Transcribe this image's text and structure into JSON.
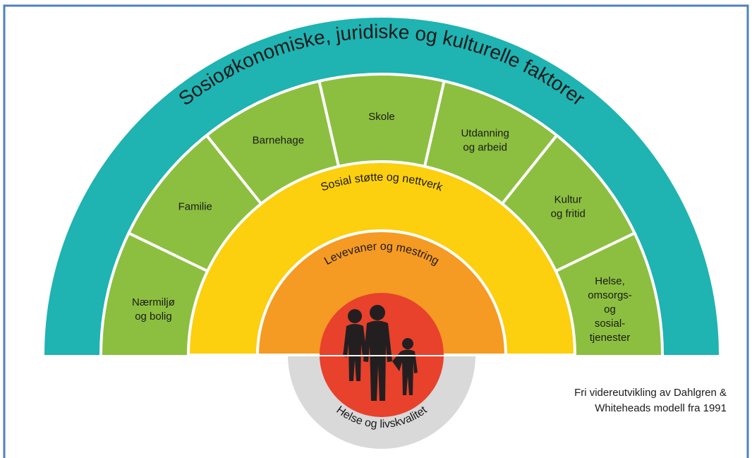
{
  "diagram": {
    "outer_ring": {
      "label": "Sosioøkonomiske, juridiske og kulturelle faktorer",
      "color": "#1fb3b2"
    },
    "sectors": {
      "color": "#8cbf3f",
      "items": [
        {
          "lines": [
            "Nærmiljø",
            "og bolig"
          ]
        },
        {
          "lines": [
            "Familie"
          ]
        },
        {
          "lines": [
            "Barnehage"
          ]
        },
        {
          "lines": [
            "Skole"
          ]
        },
        {
          "lines": [
            "Utdanning",
            "og arbeid"
          ]
        },
        {
          "lines": [
            "Kultur",
            "og fritid"
          ]
        },
        {
          "lines": [
            "Helse,",
            "omsorgs-",
            "og",
            "sosial-",
            "tjenester"
          ]
        }
      ]
    },
    "support_ring": {
      "label": "Sosial støtte og nettverk",
      "color": "#fccf0f"
    },
    "lifestyle_ring": {
      "label": "Levevaner og mestring",
      "color": "#f59a23"
    },
    "core": {
      "color": "#e8412c",
      "figure_color": "#231f20",
      "figure_icon": "family-silhouette-icon"
    },
    "health_base": {
      "label": "Helse og livskvalitet",
      "color": "#d9d9d9"
    }
  },
  "credit": {
    "line1": "Fri videreutvikling av Dahlgren &",
    "line2": "Whiteheads modell fra 1991"
  },
  "frame_color": "#4f81bd"
}
